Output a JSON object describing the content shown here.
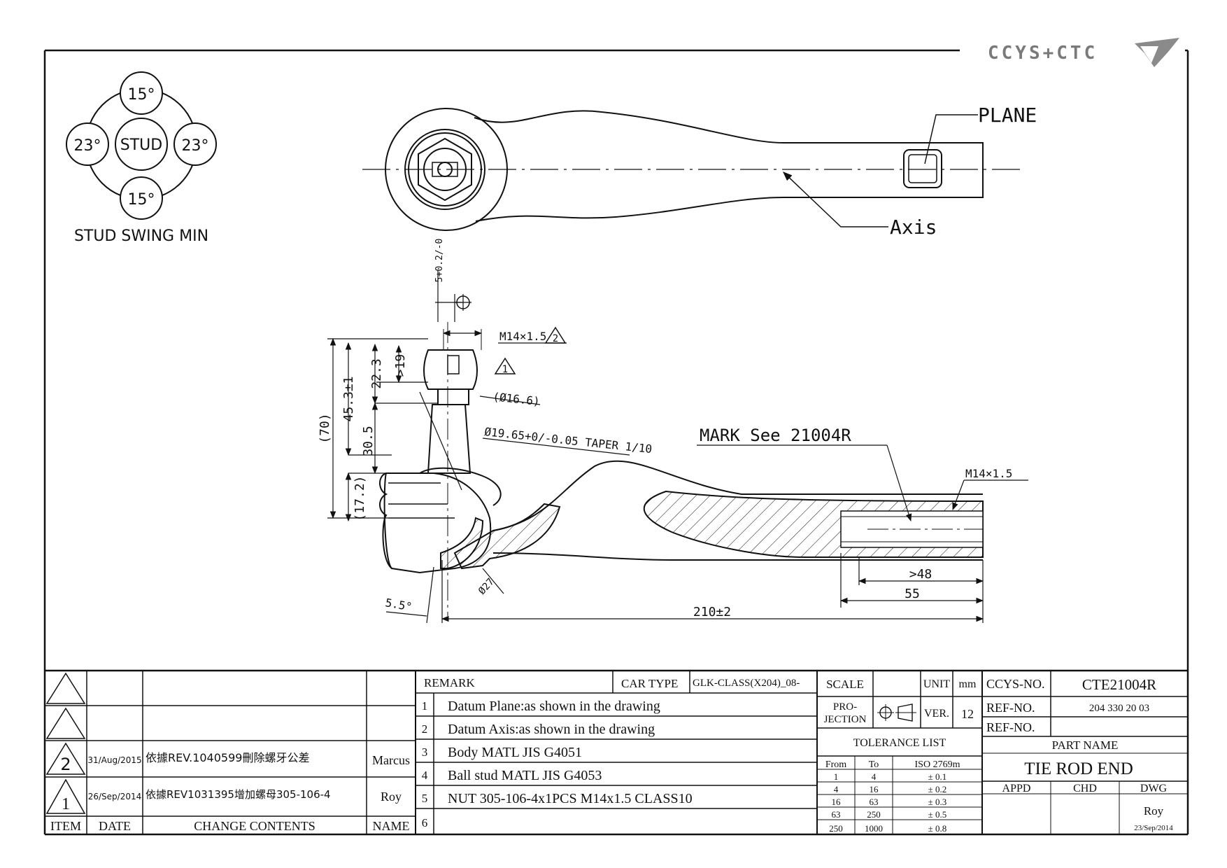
{
  "brand": {
    "logo_text": "CCYS+CTC"
  },
  "stud_swing": {
    "center": "STUD",
    "top": "15°",
    "bottom": "15°",
    "left": "23°",
    "right": "23°",
    "caption": "STUD SWING MIN"
  },
  "labels": {
    "plane": "PLANE",
    "axis": "Axis",
    "mark": "MARK See 21004R"
  },
  "dimensions": {
    "nut_width": "5+0.2/-0",
    "thread_main": "M14×1.5",
    "thread_main_note": "2",
    "nut_note": "1",
    "dia_16_6": "(Ø16.6)",
    "taper": "Ø19.65+0/-0.05 TAPER 1/10",
    "thread_end": "M14×1.5",
    "d70": "(70)",
    "d45_3": "45.3±1",
    "d22_3": "22.3",
    "d19": ">19",
    "d30_5": "30.5",
    "d17_2": "(17.2)",
    "ang5_5": "5.5°",
    "dia27": "Ø27",
    "d48": ">48",
    "d55": "55",
    "d210": "210±2"
  },
  "revisions": {
    "rows": [
      {
        "mark": "",
        "date": "",
        "content": "",
        "name": ""
      },
      {
        "mark": "",
        "date": "",
        "content": "",
        "name": ""
      },
      {
        "mark": "2",
        "date": "31/Aug/2015",
        "content": "依據REV.1040599刪除螺牙公差",
        "name": "Marcus"
      },
      {
        "mark": "1",
        "date": "26/Sep/2014",
        "content": "依據REV1031395增加螺母305-106-4",
        "name": "Roy"
      }
    ],
    "header": {
      "item": "ITEM",
      "date": "DATE",
      "content": "CHANGE CONTENTS",
      "name": "NAME"
    }
  },
  "remarks": {
    "title": "REMARK",
    "car_type_label": "CAR TYPE",
    "car_type_value": "GLK-CLASS(X204)_08-",
    "items": [
      {
        "n": "1",
        "text": "Datum Plane:as shown in the drawing"
      },
      {
        "n": "2",
        "text": "Datum Axis:as shown in the drawing"
      },
      {
        "n": "3",
        "text": "Body MATL JIS G4051"
      },
      {
        "n": "4",
        "text": "Ball stud MATL JIS G4053"
      },
      {
        "n": "5",
        "text": "NUT 305-106-4x1PCS M14x1.5 CLASS10"
      },
      {
        "n": "6",
        "text": ""
      }
    ]
  },
  "title_block": {
    "scale_label": "SCALE",
    "scale_value": "",
    "unit_label": "UNIT",
    "unit_value": "mm",
    "projection_label": "PRO-\nJECTION",
    "ver_label": "VER.",
    "ver_value": "12",
    "tolerance_title": "TOLERANCE LIST",
    "tolerance_header": {
      "from": "From",
      "to": "To",
      "iso": "ISO 2769m"
    },
    "tolerances": [
      {
        "from": "1",
        "to": "4",
        "tol": "± 0.1"
      },
      {
        "from": "4",
        "to": "16",
        "tol": "± 0.2"
      },
      {
        "from": "16",
        "to": "63",
        "tol": "± 0.3"
      },
      {
        "from": "63",
        "to": "250",
        "tol": "± 0.5"
      },
      {
        "from": "250",
        "to": "1000",
        "tol": "± 0.8"
      }
    ],
    "ccys_no_label": "CCYS-NO.",
    "ccys_no_value": "CTE21004R",
    "ref_no_label": "REF-NO.",
    "ref_no_value": "204 330 20 03",
    "ref_no2_label": "REF-NO.",
    "ref_no2_value": "",
    "part_name_label": "PART NAME",
    "part_name_value": "TIE ROD END",
    "appd_label": "APPD",
    "chd_label": "CHD",
    "dwg_label": "DWG",
    "dwg_name": "Roy",
    "dwg_date": "23/Sep/2014"
  }
}
